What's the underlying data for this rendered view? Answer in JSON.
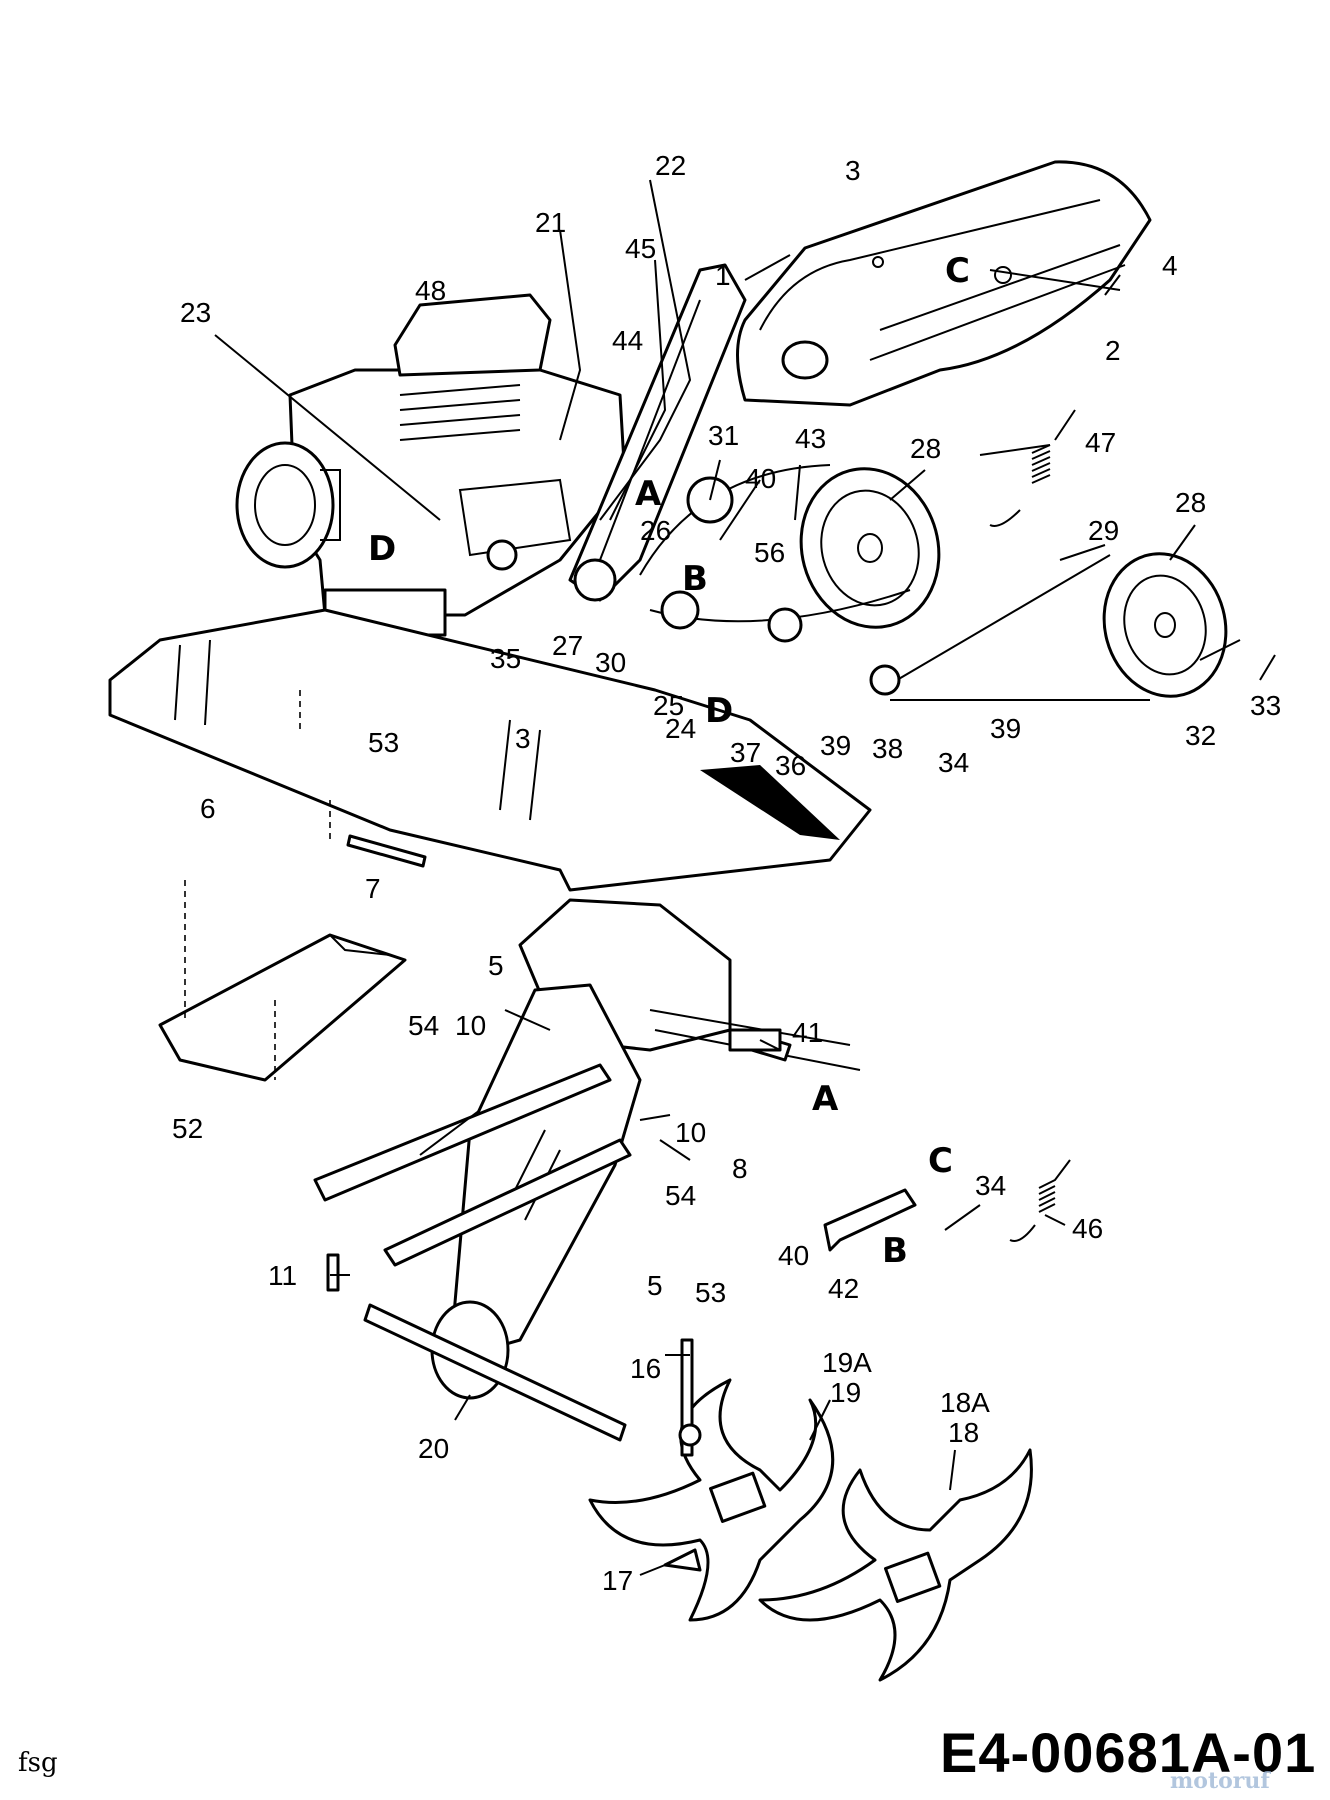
{
  "diagram": {
    "callouts": [
      "22",
      "3",
      "21",
      "45",
      "1",
      "C",
      "4",
      "48",
      "23",
      "44",
      "2",
      "31",
      "43",
      "28",
      "47",
      "A",
      "40",
      "28",
      "29",
      "D",
      "26",
      "56",
      "B",
      "27",
      "30",
      "25",
      "35",
      "53",
      "3",
      "24",
      "D",
      "37",
      "36",
      "39",
      "38",
      "34",
      "39",
      "32",
      "33",
      "6",
      "7",
      "5",
      "41",
      "54",
      "10",
      "A",
      "52",
      "10",
      "8",
      "C",
      "54",
      "34",
      "46",
      "40",
      "42",
      "B",
      "11",
      "5",
      "53",
      "16",
      "19A",
      "19",
      "18A",
      "18",
      "20",
      "17"
    ]
  },
  "footer": {
    "left_tag": "fsg",
    "document_code": "E4-00681A-01",
    "watermark": "motoruf"
  }
}
